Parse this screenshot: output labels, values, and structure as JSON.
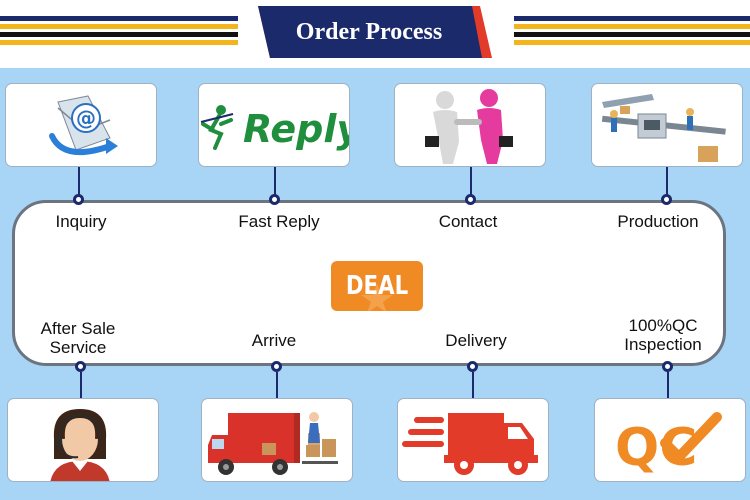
{
  "title": "Order Process",
  "center_badge": "DEAL",
  "top_steps": [
    {
      "label": "Inquiry",
      "icon": "email-at-icon"
    },
    {
      "label": "Fast Reply",
      "icon": "reply-logo-icon"
    },
    {
      "label": "Contact",
      "icon": "handshake-icon"
    },
    {
      "label": "Production",
      "icon": "factory-line-icon"
    }
  ],
  "bottom_steps": [
    {
      "label": "After Sale\nService",
      "icon": "headset-operator-icon"
    },
    {
      "label": "Arrive",
      "icon": "truck-unloading-icon"
    },
    {
      "label": "Delivery",
      "icon": "fast-truck-icon"
    },
    {
      "label": "100%QC\nInspection",
      "icon": "qc-check-icon"
    }
  ],
  "reply_logo_text": "Reply",
  "qc_logo_text": "QC",
  "colors": {
    "navy": "#1b2a6b",
    "gold": "#f2b51d",
    "panel": "#a8d4f5",
    "deal": "#f08a24",
    "red": "#e23b2a",
    "reply_green": "#1f8e3d"
  }
}
